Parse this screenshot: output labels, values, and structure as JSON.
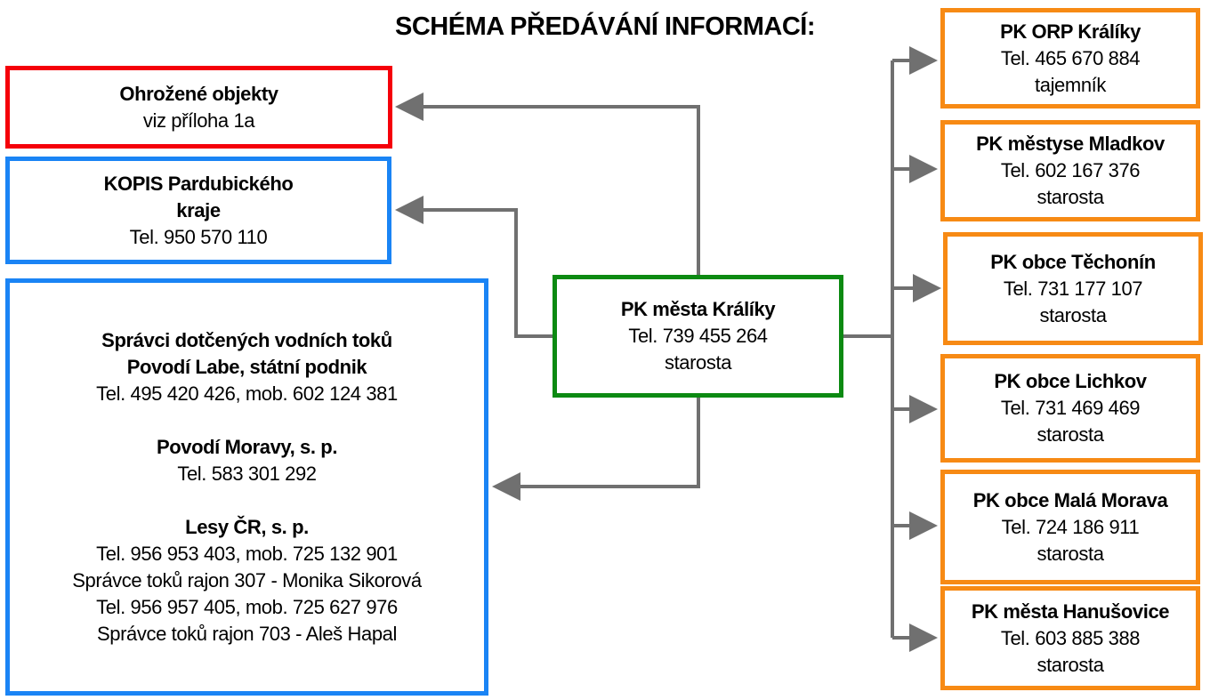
{
  "title": "SCHÉMA PŘEDÁVÁNÍ INFORMACÍ:",
  "colors": {
    "red": "#f5000a",
    "blue": "#1a84f5",
    "green": "#0c8a12",
    "orange": "#f78a14",
    "connector": "#707070"
  },
  "left": {
    "threatened": {
      "name": "Ohrožené objekty",
      "line": "viz příloha 1a"
    },
    "kopis": {
      "name1": "KOPIS Pardubického",
      "name2": "kraje",
      "tel": "Tel. 950 570 110"
    },
    "managers": {
      "heading1": "Správci dotčených vodních toků",
      "labe_name": "Povodí Labe, státní podnik",
      "labe_tel": "Tel. 495 420 426, mob. 602 124 381",
      "morava_name": "Povodí Moravy, s. p.",
      "morava_tel": "Tel. 583 301 292",
      "lesy_name": "Lesy ČR, s. p.",
      "lesy_tel": "Tel. 956 953 403, mob. 725 132 901",
      "rajon307": "Správce toků rajon 307 - Monika Sikorová",
      "rajon307_tel": "Tel. 956 957 405, mob. 725 627 976",
      "rajon703": "Správce toků rajon 703 - Aleš Hapal"
    }
  },
  "center": {
    "name": "PK města Králíky",
    "tel": "Tel. 739 455 264",
    "role": "starosta"
  },
  "right": [
    {
      "name": "PK ORP Králíky",
      "tel": "Tel. 465 670 884",
      "role": "tajemník"
    },
    {
      "name": "PK městyse Mladkov",
      "tel": "Tel. 602 167 376",
      "role": "starosta"
    },
    {
      "name": "PK obce Těchonín",
      "tel": "Tel. 731 177 107",
      "role": "starosta"
    },
    {
      "name": "PK obce Lichkov",
      "tel": "Tel. 731 469 469",
      "role": "starosta"
    },
    {
      "name": "PK obce Malá Morava",
      "tel": "Tel. 724 186 911",
      "role": "starosta"
    },
    {
      "name": "PK města Hanušovice",
      "tel": "Tel. 603 885 388",
      "role": "starosta"
    }
  ]
}
